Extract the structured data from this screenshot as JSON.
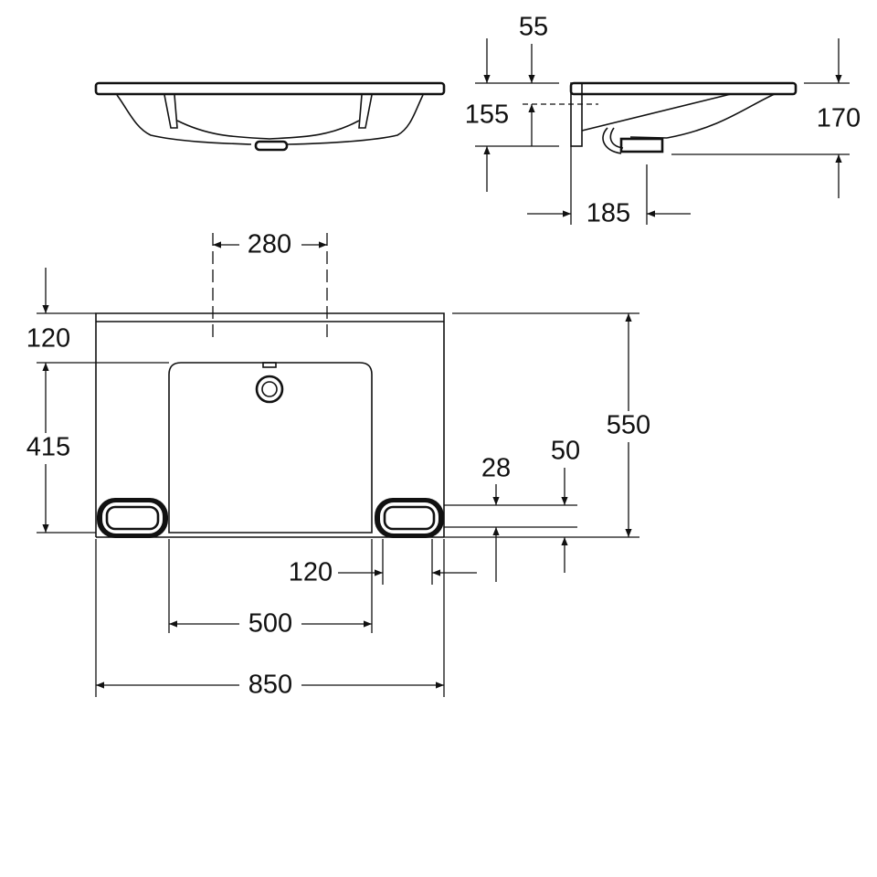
{
  "dimensions": {
    "front_view": {},
    "side_view": {
      "bracket_offset": "55",
      "mount_height": "155",
      "total_depth": "170",
      "waste_offset": "185"
    },
    "plan_view": {
      "tap_hole_spacing": "280",
      "top_margin": "120",
      "basin_depth": "415",
      "overall_depth": "550",
      "handle_height": "28",
      "handle_offset": "50",
      "handle_width": "120",
      "basin_width": "500",
      "overall_width": "850"
    }
  },
  "colors": {
    "line": "#111111",
    "background": "#ffffff"
  }
}
